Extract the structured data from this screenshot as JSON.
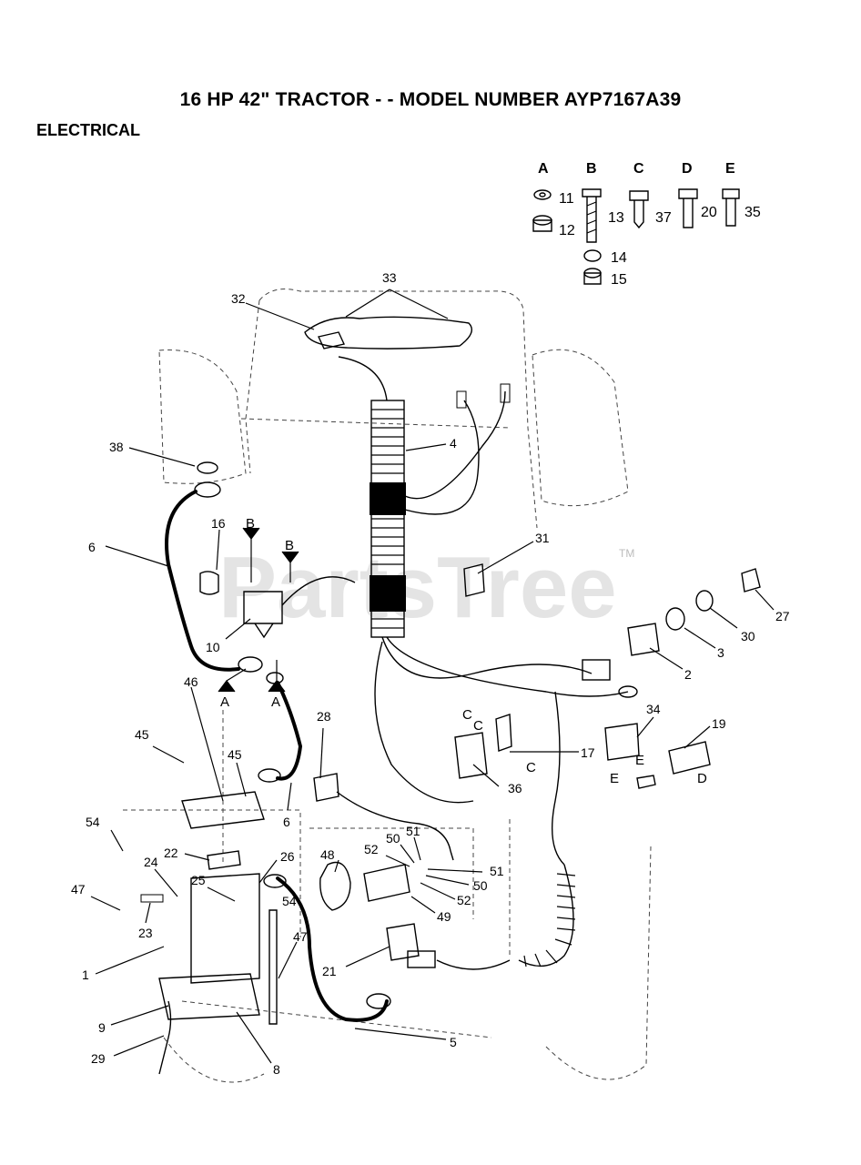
{
  "header": {
    "title": "16 HP 42\" TRACTOR - - MODEL NUMBER AYP7167A39",
    "section": "ELECTRICAL"
  },
  "watermark": {
    "text": "PartsTree",
    "tm": "TM"
  },
  "key_parts": [
    {
      "letter": "A",
      "numbers": [
        "11",
        "12"
      ]
    },
    {
      "letter": "B",
      "numbers": [
        "13",
        "14",
        "15"
      ]
    },
    {
      "letter": "C",
      "numbers": [
        "37"
      ]
    },
    {
      "letter": "D",
      "numbers": [
        "20"
      ]
    },
    {
      "letter": "E",
      "numbers": [
        "35"
      ]
    }
  ],
  "callout_letters": [
    "B",
    "B",
    "A",
    "A",
    "C",
    "C",
    "C",
    "E",
    "E",
    "D"
  ],
  "callouts": [
    "33",
    "32",
    "4",
    "38",
    "6",
    "16",
    "10",
    "31",
    "27",
    "30",
    "3",
    "2",
    "46",
    "45",
    "45",
    "28",
    "34",
    "19",
    "17",
    "36",
    "6",
    "54",
    "22",
    "26",
    "24",
    "25",
    "47",
    "23",
    "54",
    "48",
    "52",
    "50",
    "51",
    "51",
    "50",
    "52",
    "49",
    "1",
    "47",
    "21",
    "9",
    "29",
    "8",
    "5"
  ],
  "colors": {
    "line": "#000000",
    "ghost": "#444444",
    "watermark": "#cfcfcf"
  }
}
